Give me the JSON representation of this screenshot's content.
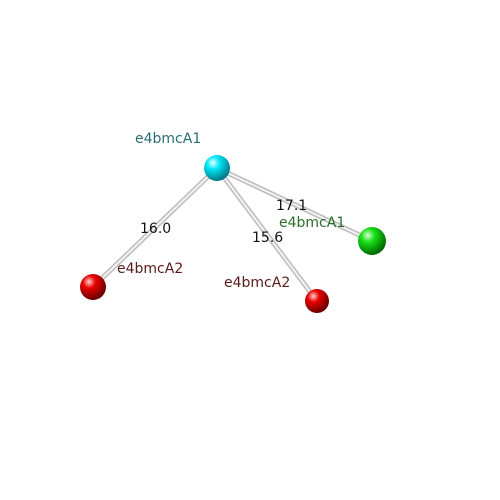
{
  "colors": {
    "background": "#ffffff",
    "edge": "#c8c8c8",
    "edge_label": "#111111"
  },
  "nodes": [
    {
      "id": "n1",
      "label": "e4bmcA1",
      "color": "#00e0f0",
      "label_color": "#2a6e78"
    },
    {
      "id": "n2",
      "label": "e4bmcA2",
      "color": "#e00000",
      "label_color": "#5a1a1a"
    },
    {
      "id": "n3",
      "label": "e4bmcA2",
      "color": "#e00000",
      "label_color": "#5a1a1a"
    },
    {
      "id": "n4",
      "label": "e4bmcA1",
      "color": "#10d010",
      "label_color": "#2a6e2a"
    }
  ],
  "edges": [
    {
      "from": "n1",
      "to": "n2",
      "label": "16.0"
    },
    {
      "from": "n1",
      "to": "n3",
      "label": "15.6"
    },
    {
      "from": "n1",
      "to": "n4",
      "label": "17.1"
    }
  ]
}
